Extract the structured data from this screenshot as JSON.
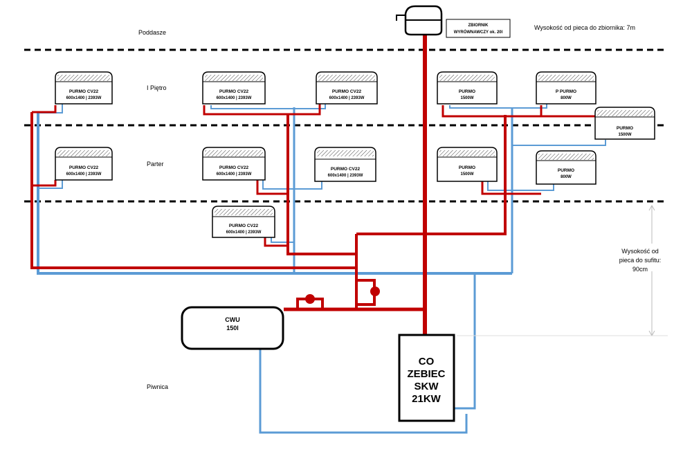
{
  "floors": {
    "attic": "Poddasze",
    "first": "I Piętro",
    "ground": "Parter",
    "basement": "Piwnica"
  },
  "tank": {
    "label_line1": "ZBIORNIK",
    "label_line2": "WYRÓWNAWCZY ok. 20l",
    "height_note": "Wysokość od pieca do zbiornika: 7m"
  },
  "ceiling_note": {
    "line1": "Wysokość od",
    "line2": "pieca do sufitu:",
    "line3": "90cm"
  },
  "boiler": {
    "line1": "CO",
    "line2": "ZEBIEC",
    "line3": "SKW",
    "line4": "21KW"
  },
  "cwu": {
    "line1": "CWU",
    "line2": "150l"
  },
  "radiators": {
    "f1_left": {
      "name": "PURMO CV22",
      "spec": "600x1400 | 2393W"
    },
    "f1_midleft": {
      "name": "PURMO CV22",
      "spec": "600x1400 | 2393W"
    },
    "f1_midright": {
      "name": "PURMO CV22",
      "spec": "600x1400 | 2393W"
    },
    "f1_right1": {
      "name": "PURMO",
      "spec": "1500W"
    },
    "f1_right2": {
      "name": "P PURMO",
      "spec": "800W"
    },
    "f1_right3": {
      "name": "PURMO",
      "spec": "1500W"
    },
    "gf_left": {
      "name": "PURMO CV22",
      "spec": "600x1400 | 2393W"
    },
    "gf_midleft": {
      "name": "PURMO CV22",
      "spec": "600x1400 | 2393W"
    },
    "gf_midright": {
      "name": "PURMO CV22",
      "spec": "600x1400 | 2393W"
    },
    "gf_right1": {
      "name": "PURMO",
      "spec": "1500W"
    },
    "gf_right2": {
      "name": "PURMO",
      "spec": "800W"
    },
    "bs_radiator": {
      "name": "PURMO CV22",
      "spec": "600x1400 | 2393W"
    }
  },
  "colors": {
    "supply": "#c00000",
    "return": "#5b9bd5",
    "outline": "#000000"
  }
}
